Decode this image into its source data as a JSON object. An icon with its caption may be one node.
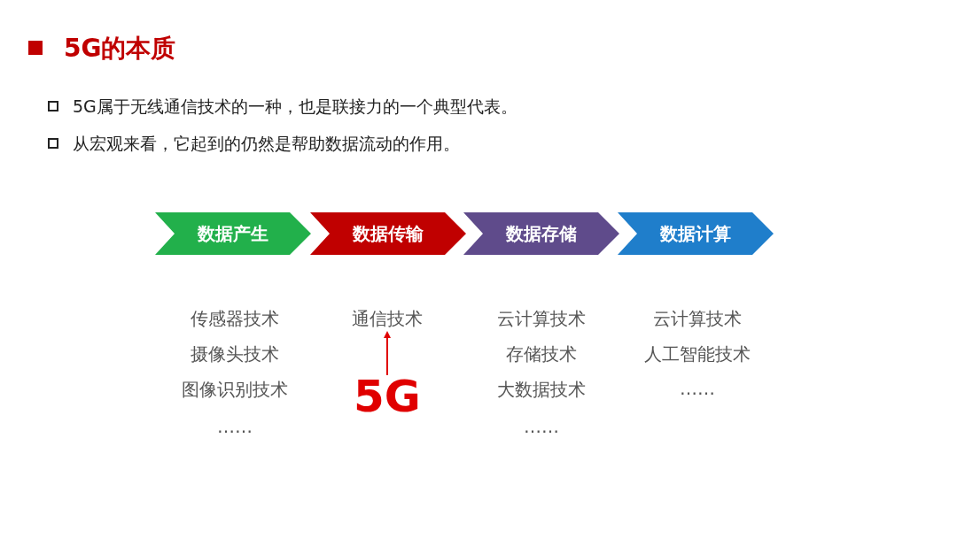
{
  "diagram": {
    "title": "5G的本质",
    "nodes": [
      {
        "text": [
          "数据产生"
        ],
        "beside": [
          "传感器技术",
          "摄像头技术",
          "图像识别技术",
          "……"
        ]
      },
      {
        "text": [
          "数据传输"
        ]
      },
      {
        "text": [
          "数据存储"
        ],
        "beside": [
          "云计算技术",
          "存储技术",
          "大数据技术",
          "……"
        ]
      },
      {
        "text": [
          "数据计算"
        ],
        "beside": [
          "云计算技术",
          "人工智能技术",
          "……"
        ]
      },
      {
        "text": [
          "通信技术"
        ]
      },
      {
        "text": [
          "5G"
        ]
      }
    ],
    "edges": [
      {
        "from": 5,
        "to": 4,
        "arrow": "to"
      }
    ],
    "labels": [
      "5G属于无线通信技术的一种，也是联接力的一个典型代表。",
      "从宏观来看，它起到的仍然是帮助数据流动的作用。"
    ]
  }
}
